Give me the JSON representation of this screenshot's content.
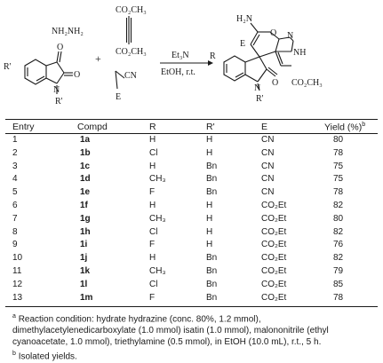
{
  "scheme": {
    "reagent_hydrazine": "NH₂NH₂",
    "reagent_dmad_top": "CO₂CH₃",
    "reagent_dmad_bottom": "CO₂CH₃",
    "plus": "+",
    "reagent_nitrile_cn": "CN",
    "reagent_nitrile_e": "E",
    "isatin_r_prime": "R'",
    "isatin_n": "N",
    "isatin_r": "R'",
    "isatin_o1": "O",
    "isatin_o2": "O",
    "condition_top": "Et₃N",
    "condition_bottom": "EtOH, r.t.",
    "product_h2n": "H₂N",
    "product_e": "E",
    "product_o": "O",
    "product_n": "N",
    "product_nh": "NH",
    "product_r": "R",
    "product_n2": "N",
    "product_o2": "O",
    "product_rp": "R'",
    "product_ester": "CO₂CH₃"
  },
  "table": {
    "headers": {
      "entry": "Entry",
      "compd": "Compd",
      "r": "R",
      "rprime": "R'",
      "e": "E",
      "yield": "Yield (%)",
      "yield_sup": "b"
    },
    "rows": [
      {
        "entry": "1",
        "compd": "1a",
        "r": "H",
        "rp": "H",
        "e": "CN",
        "yield": "80"
      },
      {
        "entry": "2",
        "compd": "1b",
        "r": "Cl",
        "rp": "H",
        "e": "CN",
        "yield": "78"
      },
      {
        "entry": "3",
        "compd": "1c",
        "r": "H",
        "rp": "Bn",
        "e": "CN",
        "yield": "75"
      },
      {
        "entry": "4",
        "compd": "1d",
        "r": "CH₃",
        "rp": "Bn",
        "e": "CN",
        "yield": "75"
      },
      {
        "entry": "5",
        "compd": "1e",
        "r": "F",
        "rp": "Bn",
        "e": "CN",
        "yield": "78"
      },
      {
        "entry": "6",
        "compd": "1f",
        "r": "H",
        "rp": "H",
        "e": "CO₂Et",
        "yield": "82"
      },
      {
        "entry": "7",
        "compd": "1g",
        "r": "CH₃",
        "rp": "H",
        "e": "CO₂Et",
        "yield": "80"
      },
      {
        "entry": "8",
        "compd": "1h",
        "r": "Cl",
        "rp": "H",
        "e": "CO₂Et",
        "yield": "82"
      },
      {
        "entry": "9",
        "compd": "1i",
        "r": "F",
        "rp": "H",
        "e": "CO₂Et",
        "yield": "76"
      },
      {
        "entry": "10",
        "compd": "1j",
        "r": "H",
        "rp": "Bn",
        "e": "CO₂Et",
        "yield": "82"
      },
      {
        "entry": "11",
        "compd": "1k",
        "r": "CH₃",
        "rp": "Bn",
        "e": "CO₂Et",
        "yield": "79"
      },
      {
        "entry": "12",
        "compd": "1l",
        "r": "Cl",
        "rp": "Bn",
        "e": "CO₂Et",
        "yield": "85"
      },
      {
        "entry": "13",
        "compd": "1m",
        "r": "F",
        "rp": "Bn",
        "e": "CO₂Et",
        "yield": "78"
      }
    ]
  },
  "footnotes": {
    "a_mark": "a",
    "a_text": "Reaction condition: hydrate hydrazine (conc. 80%, 1.2 mmol), dimethylacetylenedicarboxylate (1.0 mmol) isatin (1.0 mmol), malononitrile (ethyl cyanoacetate, 1.0 mmol), triethylamine (0.5 mmol), in EtOH (10.0 mL), r.t., 5 h.",
    "b_mark": "b",
    "b_text": "Isolated yields."
  }
}
